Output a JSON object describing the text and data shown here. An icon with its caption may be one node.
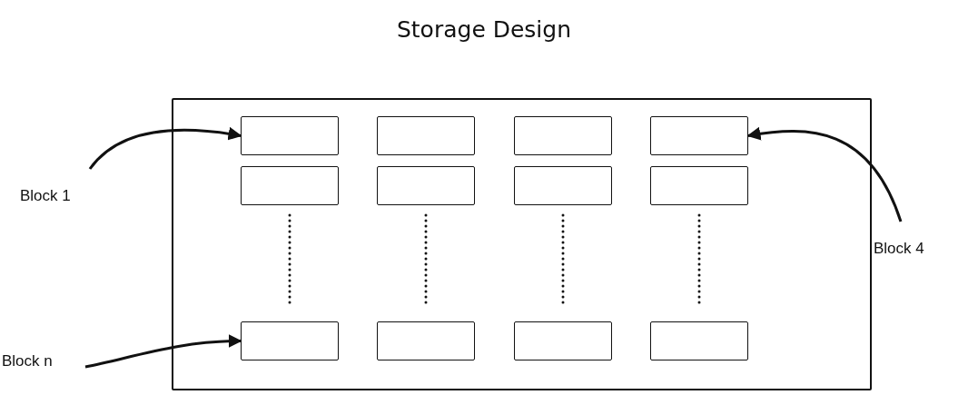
{
  "diagram": {
    "title": "Storage Design",
    "nodes": [
      {
        "text": [],
        "shape": "box"
      },
      {
        "text": [],
        "shape": "box",
        "in": 0
      },
      {
        "text": [],
        "shape": "box",
        "in": 0
      },
      {
        "text": [],
        "shape": "box",
        "in": 0
      },
      {
        "text": [],
        "shape": "box",
        "in": 0
      },
      {
        "text": [],
        "shape": "box",
        "in": 0
      },
      {
        "text": [],
        "shape": "box",
        "in": 0
      },
      {
        "text": [],
        "shape": "box",
        "in": 0
      },
      {
        "text": [],
        "shape": "box",
        "in": 0
      },
      {
        "text": [],
        "shape": "box",
        "in": 0
      },
      {
        "text": [],
        "shape": "box",
        "in": 0
      },
      {
        "text": [],
        "shape": "box",
        "in": 0
      },
      {
        "text": [],
        "shape": "box",
        "in": 0
      },
      {
        "text": [
          "Block 1"
        ]
      },
      {
        "text": [
          "Block 4"
        ]
      },
      {
        "text": [
          "Block n"
        ]
      }
    ],
    "edges": [
      {
        "from": 13,
        "to": 1,
        "arrow": "to"
      },
      {
        "from": 14,
        "to": 4,
        "arrow": "to"
      },
      {
        "from": 15,
        "to": 9,
        "arrow": "to"
      }
    ]
  }
}
